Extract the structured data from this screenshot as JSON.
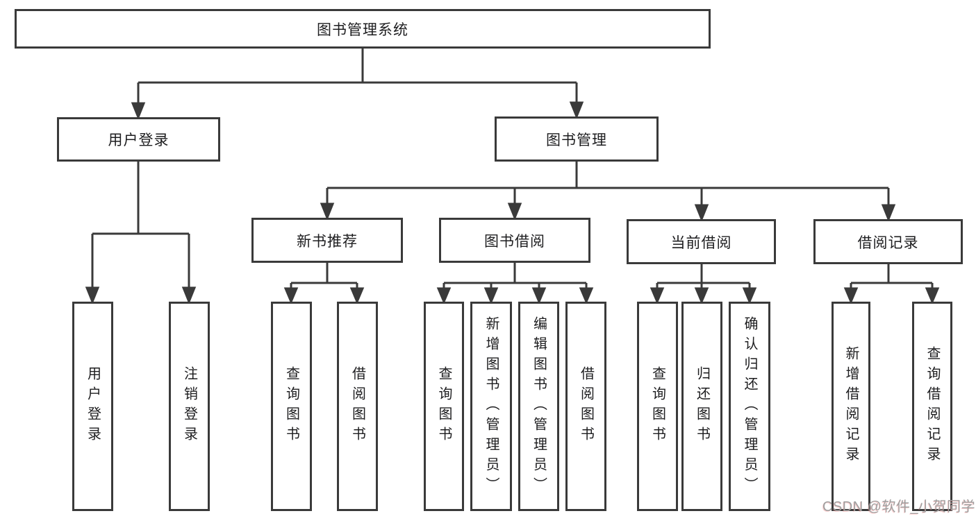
{
  "diagram": {
    "title": "图书管理系统",
    "type": "hierarchy-tree",
    "colors": {
      "line": "#3a3a3a",
      "border": "#3a3a3a",
      "text": "#1d1d1f",
      "background": "#ffffff",
      "watermark_text_color": "#9f9f9f"
    },
    "nodes": {
      "root": {
        "label": "图书管理系统"
      },
      "user_login": {
        "label": "用户登录"
      },
      "book_mgmt": {
        "label": "图书管理"
      },
      "new_book_rec": {
        "label": "新书推荐"
      },
      "book_borrow": {
        "label": "图书借阅"
      },
      "current_borrow": {
        "label": "当前借阅"
      },
      "borrow_records": {
        "label": "借阅记录"
      },
      "leaf_user_login": {
        "label": "用户登录"
      },
      "leaf_logout": {
        "label": "注销登录"
      },
      "leaf_rec_query": {
        "label": "查询图书"
      },
      "leaf_rec_borrow": {
        "label": "借阅图书"
      },
      "leaf_bb_query": {
        "label": "查询图书"
      },
      "leaf_bb_add": {
        "label": "新增图书（管理员）"
      },
      "leaf_bb_edit": {
        "label": "编辑图书（管理员）"
      },
      "leaf_bb_borrow": {
        "label": "借阅图书"
      },
      "leaf_cb_query": {
        "label": "查询图书"
      },
      "leaf_cb_return": {
        "label": "归还图书"
      },
      "leaf_cb_confirm": {
        "label": "确认归还（管理员）"
      },
      "leaf_br_add": {
        "label": "新增借阅记录"
      },
      "leaf_br_query": {
        "label": "查询借阅记录"
      }
    },
    "hierarchy": {
      "label": "图书管理系统",
      "children": [
        {
          "label": "用户登录",
          "children": [
            {
              "label": "用户登录"
            },
            {
              "label": "注销登录"
            }
          ]
        },
        {
          "label": "图书管理",
          "children": [
            {
              "label": "新书推荐",
              "children": [
                {
                  "label": "查询图书"
                },
                {
                  "label": "借阅图书"
                }
              ]
            },
            {
              "label": "图书借阅",
              "children": [
                {
                  "label": "查询图书"
                },
                {
                  "label": "新增图书（管理员）"
                },
                {
                  "label": "编辑图书（管理员）"
                },
                {
                  "label": "借阅图书"
                }
              ]
            },
            {
              "label": "当前借阅",
              "children": [
                {
                  "label": "查询图书"
                },
                {
                  "label": "归还图书"
                },
                {
                  "label": "确认归还（管理员）"
                }
              ]
            },
            {
              "label": "借阅记录",
              "children": [
                {
                  "label": "新增借阅记录"
                },
                {
                  "label": "查询借阅记录"
                }
              ]
            }
          ]
        }
      ]
    },
    "watermark": "CSDN @软件_小贺同学"
  }
}
